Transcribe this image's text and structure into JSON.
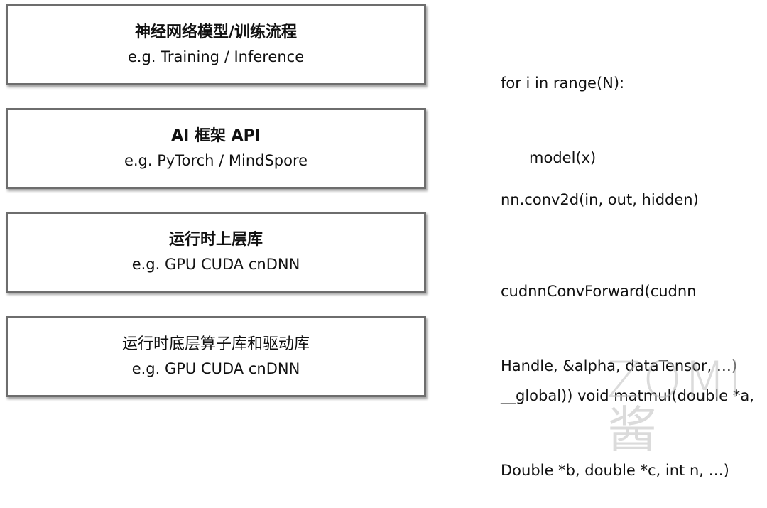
{
  "layers": [
    {
      "title": "神经网络模型/训练流程",
      "subtitle": "e.g. Training / Inference",
      "code": [
        "for i in range(N):",
        "      model(x)"
      ]
    },
    {
      "title": "AI 框架 API",
      "subtitle": "e.g. PyTorch / MindSpore",
      "code": [
        "nn.conv2d(in, out, hidden)"
      ]
    },
    {
      "title": "运行时上层库",
      "subtitle": "e.g. GPU CUDA cnDNN",
      "code": [
        "cudnnConvForward(cudnn",
        "Handle, &alpha, dataTensor, …)"
      ]
    },
    {
      "title": "运行时底层算子库和驱动库",
      "subtitle": "e.g. GPU CUDA cnDNN",
      "code": [
        "__global)) void matmul(double *a,",
        "Double *b, double *c, int n, …)"
      ]
    }
  ],
  "watermark": "ZOMI酱"
}
